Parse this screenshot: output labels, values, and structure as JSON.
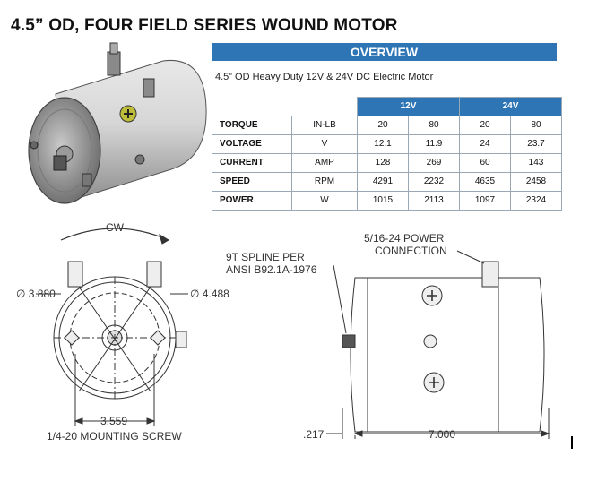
{
  "title": "4.5” OD, FOUR FIELD SERIES WOUND MOTOR",
  "overview": {
    "heading": "OVERVIEW",
    "subtitle": "4.5” OD Heavy Duty 12V & 24V DC Electric Motor"
  },
  "spec_table": {
    "groups": [
      "12V",
      "24V"
    ],
    "rows": [
      {
        "label": "TORQUE",
        "unit": "IN-LB",
        "values": [
          "20",
          "80",
          "20",
          "80"
        ]
      },
      {
        "label": "VOLTAGE",
        "unit": "V",
        "values": [
          "12.1",
          "11.9",
          "24",
          "23.7"
        ]
      },
      {
        "label": "CURRENT",
        "unit": "AMP",
        "values": [
          "128",
          "269",
          "60",
          "143"
        ]
      },
      {
        "label": "SPEED",
        "unit": "RPM",
        "values": [
          "4291",
          "2232",
          "4635",
          "2458"
        ]
      },
      {
        "label": "POWER",
        "unit": "W",
        "values": [
          "1015",
          "2113",
          "1097",
          "2324"
        ]
      }
    ]
  },
  "drawings": {
    "rotation": "CW",
    "dia_left": "∅ 3.880",
    "dia_right": "∅ 4.488",
    "bolt_spacing": "3.559",
    "mounting_screw": "1/4-20 MOUNTING SCREW",
    "spline_line1": "9T SPLINE PER",
    "spline_line2": "ANSI B92.1A-1976",
    "power_line1": "5/16-24 POWER",
    "power_line2": "CONNECTION",
    "shaft_offset": ".217",
    "length": "7.000"
  }
}
